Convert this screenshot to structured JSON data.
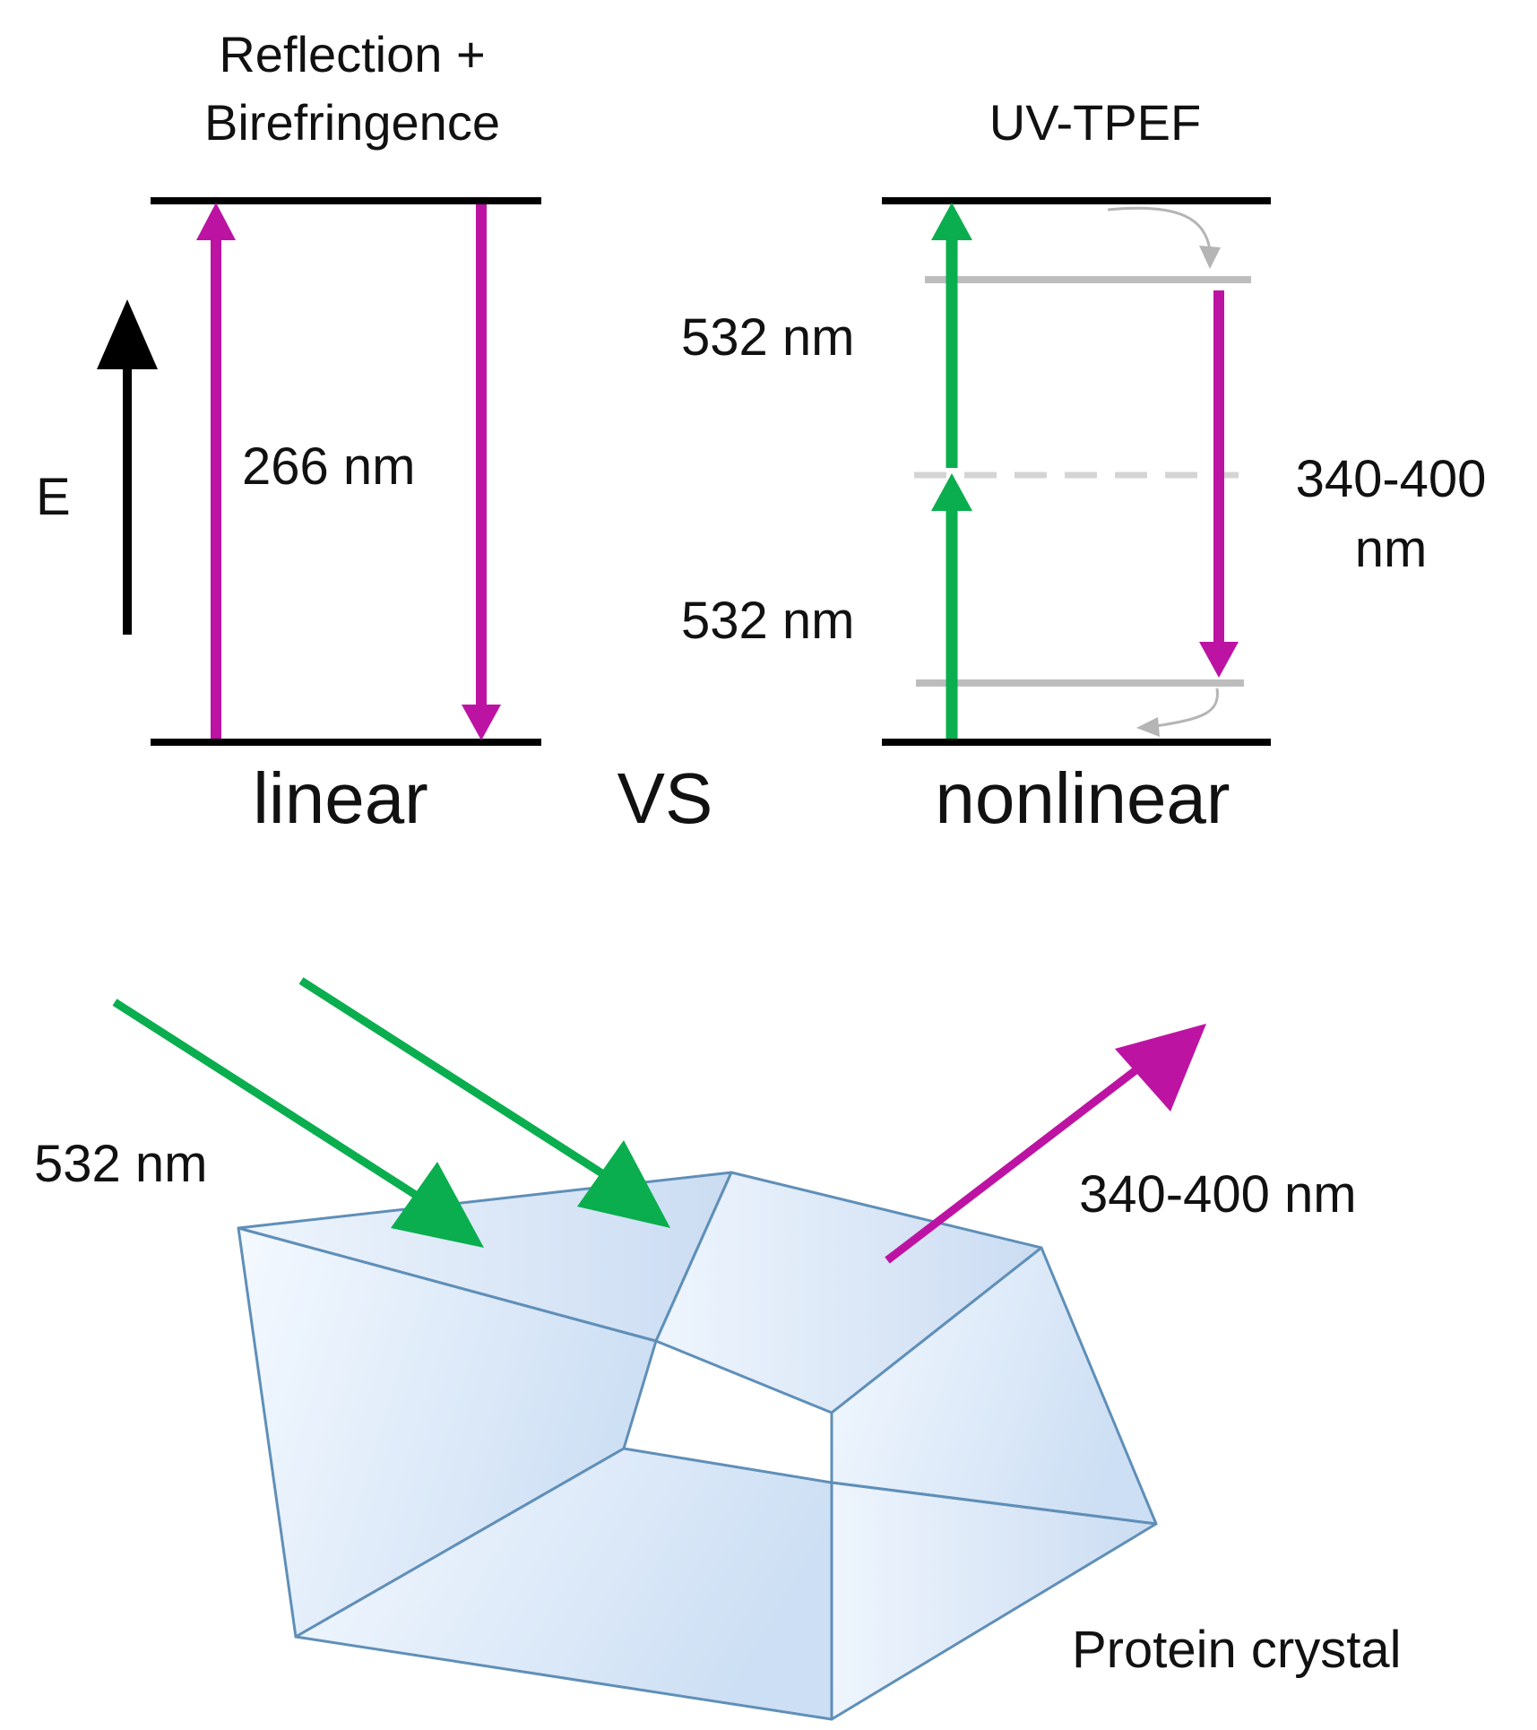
{
  "linear_panel": {
    "title_line1": "Reflection +",
    "title_line2": "Birefringence",
    "energy_axis_label": "E",
    "wavelength_label": "266 nm",
    "caption": "linear"
  },
  "separator_label": "VS",
  "nonlinear_panel": {
    "title": "UV-TPEF",
    "excitation_upper_label": "532 nm",
    "excitation_lower_label": "532 nm",
    "emission_label_line1": "340-400",
    "emission_label_line2": "nm",
    "caption": "nonlinear"
  },
  "crystal_scene": {
    "incident_label": "532 nm",
    "emitted_label": "340-400 nm",
    "crystal_label": "Protein crystal"
  },
  "colors": {
    "magenta": "#bd13a3",
    "green": "#0aae4e",
    "level_black": "#000000",
    "level_grey": "#bdbdbd",
    "virtual_level": "#d4d4d4",
    "crystal_fill": "#d3e4f6",
    "crystal_edge": "#5f8fb8"
  }
}
